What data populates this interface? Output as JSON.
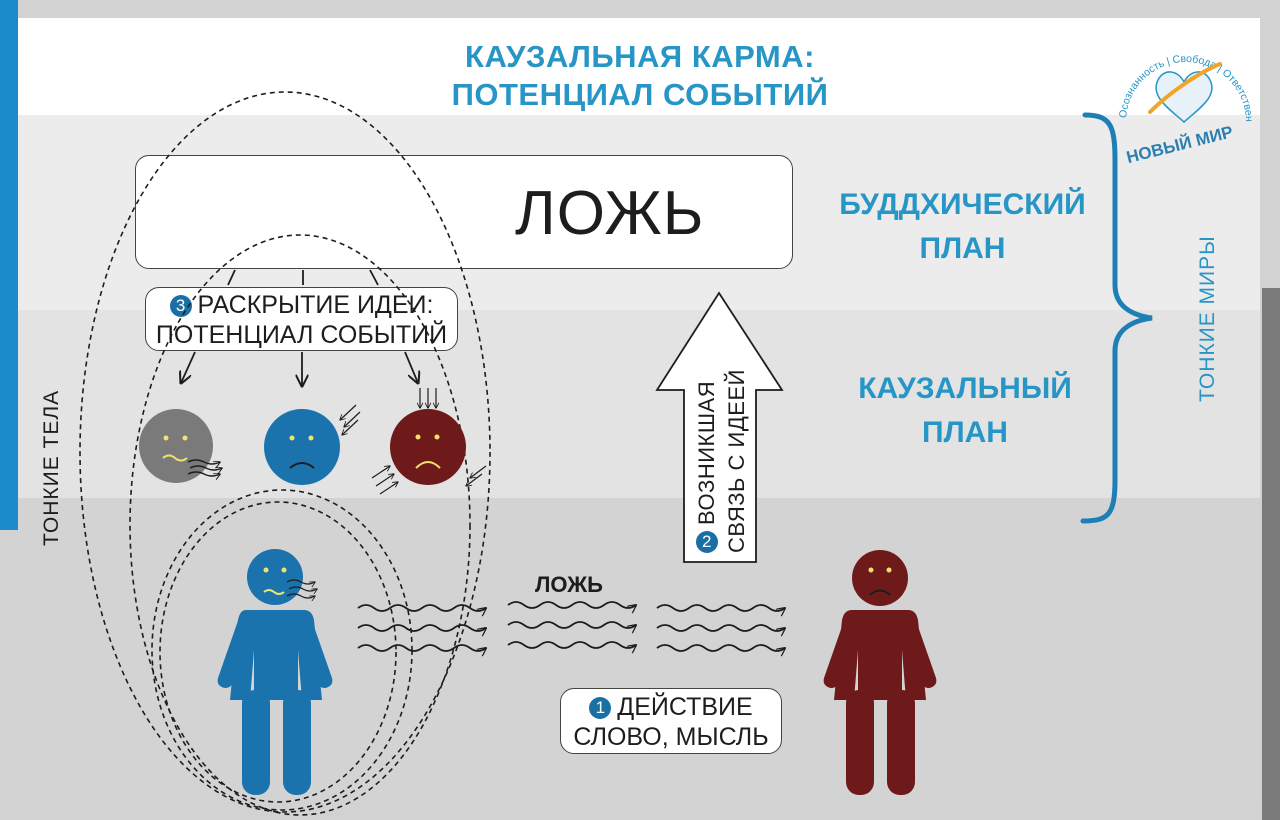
{
  "title": {
    "line1": "КАУЗАЛЬНАЯ КАРМА:",
    "line2": "ПОТЕНЦИАЛ СОБЫТИЙ"
  },
  "main_box": {
    "text": "ЛОЖЬ"
  },
  "planes": {
    "buddhic_line1": "БУДДХИЧЕСКИЙ",
    "buddhic_line2": "ПЛАН",
    "causal_line1": "КАУЗАЛЬНЫЙ",
    "causal_line2": "ПЛАН"
  },
  "subtle_worlds_label": "ТОНКИЕ МИРЫ",
  "subtle_bodies_label": "ТОНКИЕ ТЕЛА",
  "step1": {
    "number": "1",
    "line1": "ДЕЙСТВИЕ",
    "line2": "СЛОВО, МЫСЛЬ"
  },
  "step2": {
    "number": "2",
    "line1": "ВОЗНИКШАЯ",
    "line2": "СВЯЗЬ С ИДЕЕЙ"
  },
  "step3": {
    "number": "3",
    "line1": "РАСКРЫТИЕ ИДЕИ:",
    "line2": "ПОТЕНЦИАЛ СОБЫТИЙ"
  },
  "lie_label": "ЛОЖЬ",
  "logo": {
    "ring_text": "Осознанность | Свобода | Ответственность",
    "name": "НОВЫЙ МИР"
  },
  "colors": {
    "accent": "#2795c6",
    "liar_blue": "#1a73ad",
    "victim_red": "#6e1a1a",
    "grey_face": "#7a7a7a",
    "band_white": "#ffffff",
    "band_light": "#ececec",
    "band_mid": "#e2e2e2",
    "ground": "#d3d3d3"
  }
}
